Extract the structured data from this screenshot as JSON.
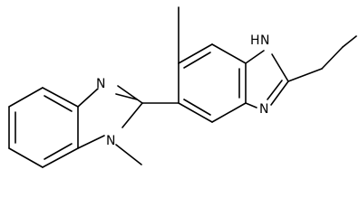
{
  "molecule": {
    "atoms": {
      "nh_top": "H",
      "n_top": "N",
      "n_right": "N",
      "n_left": "N",
      "n_bottom": "N"
    },
    "colors": {
      "bond": "#000000",
      "label": "#000000",
      "background": "#ffffff"
    }
  }
}
